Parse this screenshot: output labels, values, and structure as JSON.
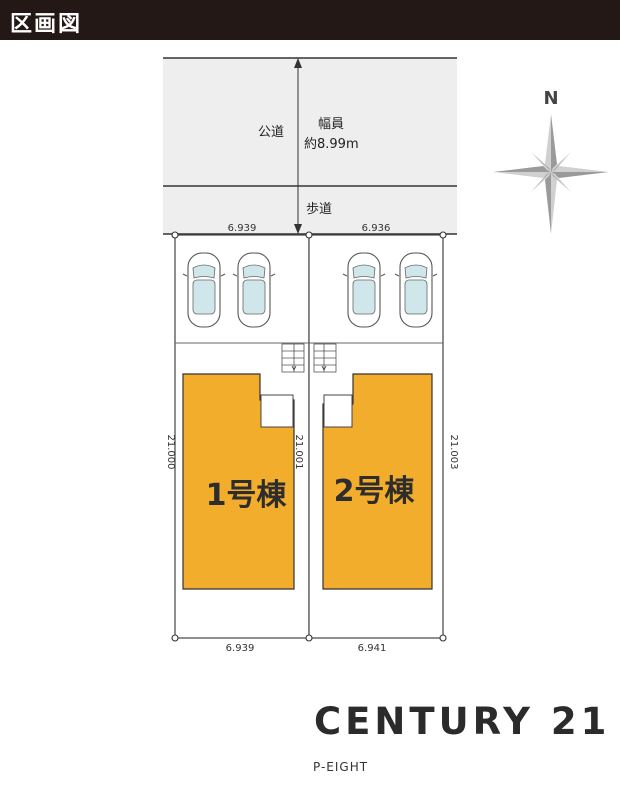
{
  "header": {
    "title": "区画図"
  },
  "road": {
    "label": "公道",
    "width_label": "幅員",
    "width_value": "約8.99m",
    "sidewalk": "歩道"
  },
  "dimensions": {
    "top_left": "6.939",
    "top_right": "6.936",
    "bottom_left": "6.939",
    "bottom_right": "6.941",
    "left": "21.000",
    "middle": "21.001",
    "right": "21.003"
  },
  "buildings": {
    "lot1": "1号棟",
    "lot2": "2号棟"
  },
  "compass": {
    "north": "N"
  },
  "logo": {
    "brand": "CENTURY 21",
    "office": "P-EIGHT"
  },
  "colors": {
    "building": "#f3ad2c",
    "road": "#eeeeee",
    "header": "#231815"
  }
}
